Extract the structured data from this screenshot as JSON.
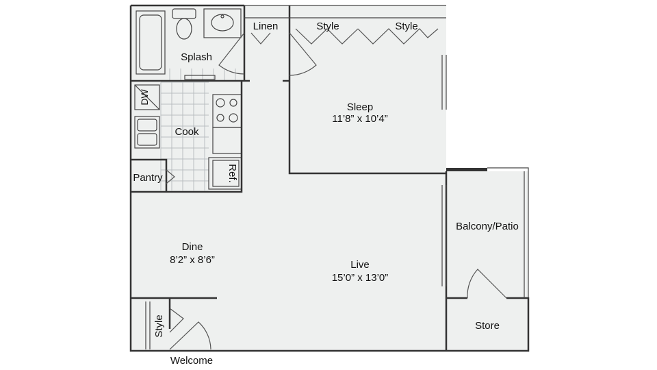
{
  "colors": {
    "floor": "#eef0ef",
    "wall": "#333333",
    "fixture": "#ffffff",
    "tile_line": "#b9bec0",
    "text": "#111111",
    "patio_rail": "#555555"
  },
  "rooms": {
    "splash": {
      "name": "Splash"
    },
    "linen": {
      "name": "Linen"
    },
    "style_closet_1": {
      "name": "Style"
    },
    "style_closet_2": {
      "name": "Style"
    },
    "sleep": {
      "name": "Sleep",
      "size": "11’8” x 10’4”"
    },
    "cook": {
      "name": "Cook"
    },
    "dishwasher": {
      "name": "DW"
    },
    "pantry": {
      "name": "Pantry"
    },
    "refrigerator": {
      "name": "Ref."
    },
    "dine": {
      "name": "Dine",
      "size": "8’2” x 8’6”"
    },
    "live": {
      "name": "Live",
      "size": "15’0” x 13’0”"
    },
    "balcony": {
      "name": "Balcony/Patio"
    },
    "store": {
      "name": "Store"
    },
    "style_entry": {
      "name": "Style"
    },
    "welcome": {
      "name": "Welcome"
    }
  }
}
